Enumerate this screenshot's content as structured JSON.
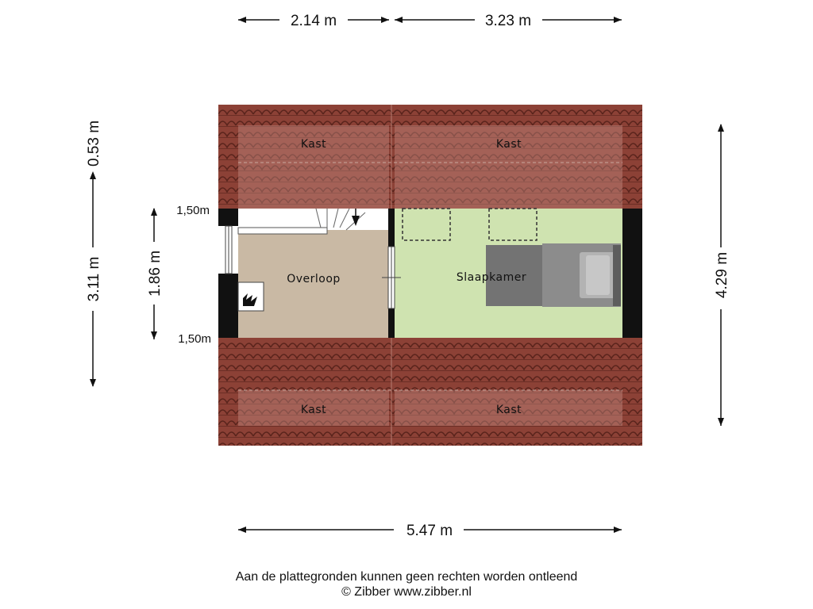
{
  "dimensions": {
    "top_left_width": "2.14 m",
    "top_right_width": "3.23 m",
    "bottom_total_width": "5.47 m",
    "left_outer_top": "0.53 m",
    "left_outer_main": "3.11 m",
    "left_inner_height": "1.86 m",
    "right_total_height": "4.29 m",
    "height_marker_top": "1,50m",
    "height_marker_bottom": "1,50m"
  },
  "rooms": {
    "kast_top_left": "Kast",
    "kast_top_right": "Kast",
    "kast_bottom_left": "Kast",
    "kast_bottom_right": "Kast",
    "overloop": "Overloop",
    "slaapkamer": "Slaapkamer"
  },
  "footer": {
    "disclaimer": "Aan de plattegronden kunnen geen rechten worden ontleend",
    "copyright": "© Zibber www.zibber.nl"
  },
  "colors": {
    "roof_tile": "#8a3f34",
    "roof_tile_dark": "#5e2820",
    "overloop_floor": "#c9b9a4",
    "slaapkamer_floor": "#cfe3b0",
    "wall": "#111111",
    "bed": "#7a7a7a"
  }
}
